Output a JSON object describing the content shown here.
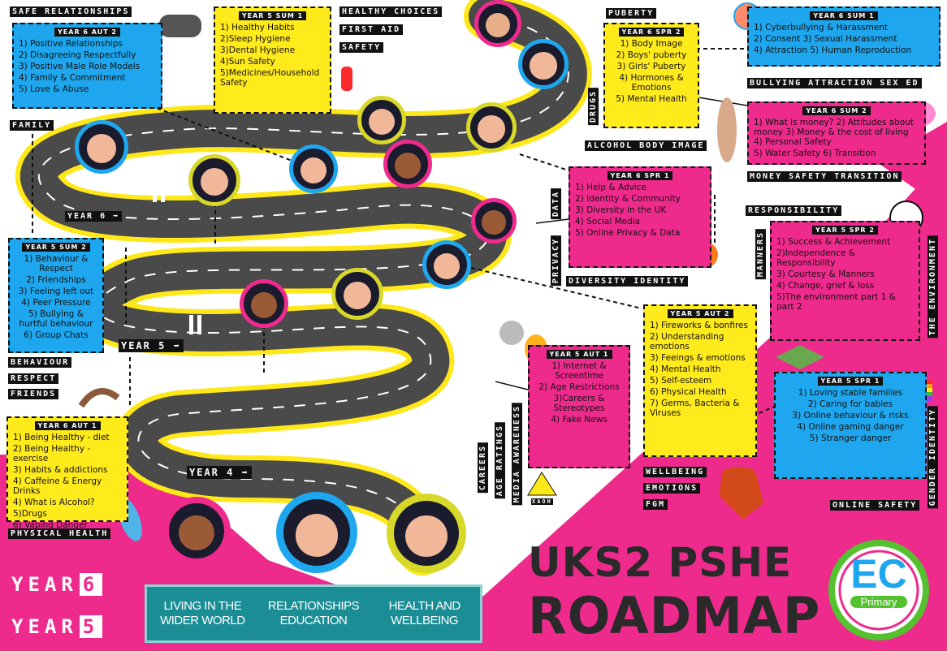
{
  "title": {
    "line1": "UKS2 PSHE",
    "line2": "ROADMAP"
  },
  "logo": {
    "letters": "EC",
    "word": "Primary"
  },
  "legend": [
    "LIVING IN THE WIDER WORLD",
    "RELATIONSHIPS EDUCATION",
    "HEALTH AND WELLBEING"
  ],
  "year_key": [
    {
      "word": "YEAR",
      "num": "6"
    },
    {
      "word": "YEAR",
      "num": "5"
    }
  ],
  "road_labels": {
    "y6": "YEAR 6 ➡",
    "y5": "YEAR 5 ➡",
    "y4": "YEAR 4 ➡"
  },
  "boxes": {
    "y6aut2": {
      "header": "YEAR 6 AUT 2",
      "items": [
        "1)  Positive Relationships",
        "2)  Disagreeing Respectfully",
        "3)  Positive Male Role Models",
        "4)  Family & Commitment",
        "5)  Love & Abuse"
      ]
    },
    "y5sum1": {
      "header": "YEAR 5 SUM 1",
      "items": [
        "1) Healthy Habits",
        "2)Sleep Hygiene",
        "3)Dental Hygiene",
        "4)Sun Safety",
        "5)Medicines/Household Safety"
      ]
    },
    "y6spr2": {
      "header": "YEAR 6 SPR 2",
      "items": [
        "1) Body Image",
        "2) Boys' puberty",
        "3) Girls' Puberty",
        "4) Hormones & Emotions",
        "5) Mental Health"
      ]
    },
    "y6sum1": {
      "header": "YEAR 6 SUM 1",
      "items": [
        "1) Cyberbullying & Harassment",
        "2) Consent  3) Sexual Harassment",
        "4) Attraction  5) Human Reproduction"
      ]
    },
    "y6sum2": {
      "header": "YEAR 6 SUM 2",
      "items": [
        "1)  What is money?  2) Attitudes about money  3) Money & the cost of living  4) Personal Safety",
        "5) Water Safety  6) Transition"
      ]
    },
    "y6spr1": {
      "header": "YEAR 6 SPR 1",
      "items": [
        "1)  Help & Advice",
        "2) Identity & Community",
        "3) Diversity in the UK",
        "4) Social Media",
        "5)  Online Privacy & Data"
      ]
    },
    "y5sum2": {
      "header": "YEAR 5 SUM 2",
      "items": [
        "1) Behaviour & Respect",
        "2) Friendships",
        "3) Feeling left out",
        "4) Peer Pressure",
        "5) Bullying & hurtful behaviour",
        "6) Group Chats"
      ]
    },
    "y5spr2": {
      "header": "YEAR 5 SPR 2",
      "items": [
        "1) Success & Achievement",
        "2)Independence & Responsibility",
        "3) Courtesy & Manners",
        "4) Change, grief & loss",
        "5)The environment part 1 & part 2"
      ]
    },
    "y5aut2": {
      "header": "YEAR 5 AUT 2",
      "items": [
        "1) Fireworks & bonfires",
        "2)  Understanding emotions",
        "3) Feeings & emotions",
        "4) Mental Health",
        "5) Self-esteem",
        "6)  Physical Health",
        "7) Germs, Bacteria & Viruses"
      ]
    },
    "y5aut1": {
      "header": "YEAR 5 AUT 1",
      "items": [
        "1) Internet & Screentime",
        "2)  Age Restrictions",
        "3)Careers & Stereotypes",
        "4)  Fake News"
      ]
    },
    "y5spr1": {
      "header": "YEAR 5 SPR 1",
      "items": [
        "1) Loving stable families",
        "2) Caring for babies",
        "3) Online behaviour & risks",
        "4) Online gaming danger",
        "5) Stranger danger"
      ]
    },
    "y6aut1": {
      "header": "YEAR 6 AUT 1",
      "items": [
        "1) Being Healthy - diet",
        "2) Being Healthy - exercise",
        "3) Habits & addictions",
        "4) Caffeine & Energy Drinks",
        "4) What is Alcohol?",
        "5)Drugs",
        "6) Vaping Danger"
      ]
    }
  },
  "labels": {
    "safe_relationships": "SAFE RELATIONSHIPS",
    "family": "FAMILY",
    "healthy_choices": "HEALTHY CHOICES",
    "first_aid": "FIRST AID",
    "safety": "SAFETY",
    "puberty": "PUBERTY",
    "drugs": "DRUGS",
    "alcohol_body_image": "ALCOHOL BODY IMAGE",
    "bullying_attraction_sex_ed": "BULLYING ATTRACTION SEX ED",
    "money_safety_transition": "MONEY SAFETY TRANSITION",
    "responsibility": "RESPONSIBILITY",
    "manners": "MANNERS",
    "the_environment": "THE ENVIRONMENT",
    "data": "DATA",
    "privacy": "PRIVACY",
    "diversity_identity": "DIVERSITY IDENTITY",
    "behaviour": "BEHAVIOUR",
    "respect": "RESPECT",
    "friends": "FRIENDS",
    "careers": "CAREERS",
    "age_ratings": "AGE RATINGS",
    "media_awareness": "MEDIA AWARENESS",
    "wellbeing": "WELLBEING",
    "emotions": "EMOTIONS",
    "fgm": "FGM",
    "gender_identity": "GENDER IDENTITY",
    "online_safety": "ONLINE SAFETY",
    "physical_health": "PHYSICAL HEALTH",
    "hazard": "XAOH"
  },
  "colors": {
    "pink": "#ee2a8d",
    "blue": "#1ea7ee",
    "yellow": "#ffea1c",
    "teal": "#1a8d95",
    "road": "#4a4a4a"
  }
}
